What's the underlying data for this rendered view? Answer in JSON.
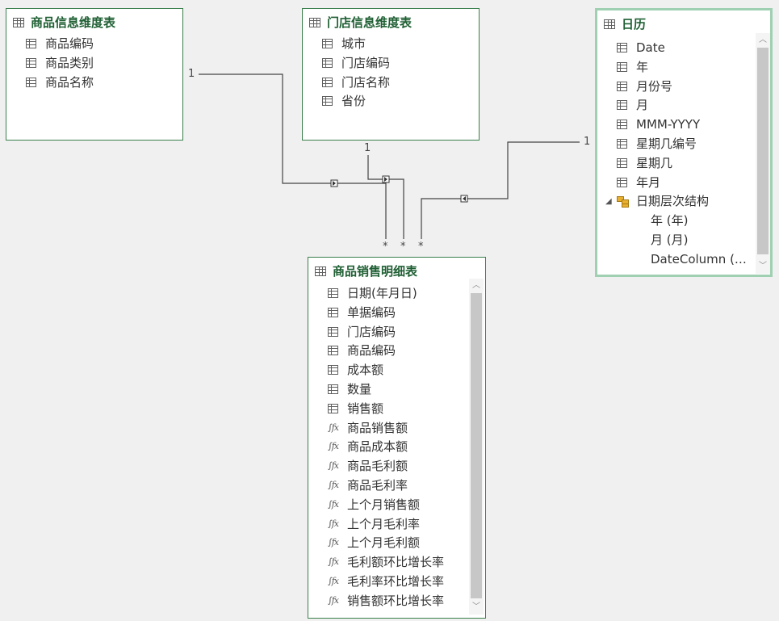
{
  "relationships": {
    "one": "1",
    "many": "*"
  },
  "tables": {
    "product": {
      "title": "商品信息维度表",
      "columns": [
        "商品编码",
        "商品类别",
        "商品名称"
      ]
    },
    "store": {
      "title": "门店信息维度表",
      "columns": [
        "城市",
        "门店编码",
        "门店名称",
        "省份"
      ]
    },
    "calendar": {
      "title": "日历",
      "columns": [
        "Date",
        "年",
        "月份号",
        "月",
        "MMM-YYYY",
        "星期几编号",
        "星期几",
        "年月"
      ],
      "hierarchy": {
        "name": "日期层次结构",
        "levels": [
          "年 (年)",
          "月 (月)",
          "DateColumn (…"
        ]
      }
    },
    "sales": {
      "title": "商品销售明细表",
      "columns": [
        "日期(年月日)",
        "单据编码",
        "门店编码",
        "商品编码",
        "成本额",
        "数量",
        "销售额"
      ],
      "measures": [
        "商品销售额",
        "商品成本额",
        "商品毛利额",
        "商品毛利率",
        "上个月销售额",
        "上个月毛利率",
        "上个月毛利额",
        "毛利额环比增长率",
        "毛利率环比增长率",
        "销售额环比增长率"
      ]
    }
  },
  "icons": {
    "table": "table-icon",
    "column": "column-icon",
    "measure": "measure-icon",
    "hierarchy": "hierarchy-icon"
  },
  "colors": {
    "title": "#1f5f33",
    "card_border": "#3a7f4c",
    "selected_border": "#9fd0b2",
    "canvas": "#f0f0f0"
  }
}
